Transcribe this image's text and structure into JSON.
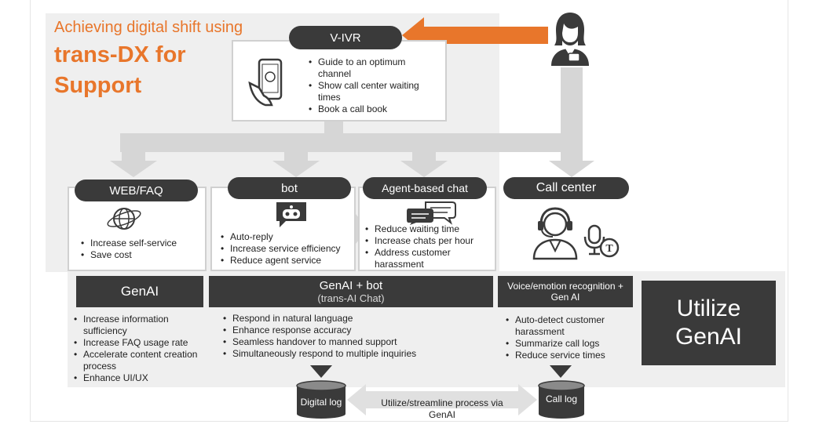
{
  "title": {
    "line1": "Achieving digital shift using",
    "line2": "trans-DX for",
    "line3": "Support"
  },
  "vivr": {
    "label": "V-IVR",
    "items": [
      "Guide to an optimum channel",
      "Show call center waiting times",
      "Book a call book"
    ]
  },
  "channels": {
    "web": {
      "label": "WEB/FAQ",
      "items": [
        "Increase self-service",
        "Save cost"
      ]
    },
    "bot": {
      "label": "bot",
      "items": [
        "Auto-reply",
        "Increase service efficiency",
        "Reduce agent service"
      ]
    },
    "chat": {
      "label": "Agent-based chat",
      "items": [
        "Reduce waiting time",
        "Increase chats per hour",
        "Address customer harassment"
      ]
    },
    "callcenter": {
      "label": "Call center"
    }
  },
  "genai": {
    "col1": {
      "label": "GenAI",
      "items": [
        "Increase information sufficiency",
        "Increase FAQ usage rate",
        "Accelerate content creation process",
        "Enhance UI/UX"
      ]
    },
    "col2": {
      "label": "GenAI + bot",
      "sublabel": "(trans-AI Chat)",
      "items": [
        "Respond in natural language",
        "Enhance response accuracy",
        "Seamless handover to manned support",
        "Simultaneously respond to multiple inquiries"
      ]
    },
    "col3": {
      "label": "Voice/emotion recognition + Gen AI",
      "items": [
        "Auto-detect customer harassment",
        "Summarize call logs",
        "Reduce service times"
      ]
    },
    "utilize": {
      "line1": "Utilize",
      "line2": "GenAI"
    }
  },
  "logs": {
    "digital": "Digital log",
    "call": "Call log",
    "process": "Utilize/streamline process via GenAI"
  },
  "colors": {
    "accent": "#e8762b",
    "dark": "#3a3a3a",
    "panel": "#efefef",
    "arrow": "#d6d6d6"
  }
}
